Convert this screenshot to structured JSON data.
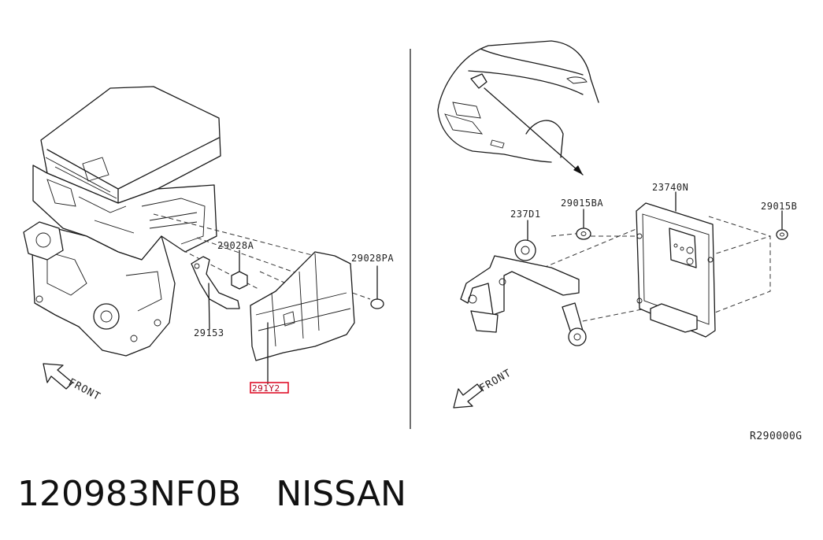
{
  "callouts": {
    "part_29028A": "29028A",
    "part_29028PA": "29028PA",
    "part_29153": "29153",
    "part_291Y2": "291Y2",
    "part_23701": "237D1",
    "part_29015BA": "29015BA",
    "part_23740N": "23740N",
    "part_29015B": "29015B"
  },
  "front_left": "FRONT",
  "front_right": "FRONT",
  "figure_code": "R290000G",
  "caption": {
    "part_number": "120983NF0B",
    "brand": "NISSAN"
  },
  "colors": {
    "highlight": "#e0102a",
    "line": "#1a1a1a"
  }
}
